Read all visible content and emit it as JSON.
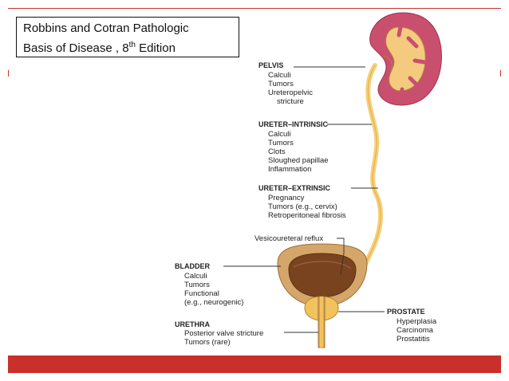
{
  "citation": {
    "line1": "Robbins and Cotran Pathologic",
    "line2_prefix": "Basis of Disease , 8",
    "line2_sup": "th",
    "line2_suffix": " Edition"
  },
  "labels": {
    "pelvis": {
      "title": "PELVIS",
      "items": [
        "Calculi",
        "Tumors",
        "Ureteropelvic",
        "stricture"
      ]
    },
    "ureter_intrinsic": {
      "title": "URETER–INTRINSIC",
      "items": [
        "Calculi",
        "Tumors",
        "Clots",
        "Sloughed papillae",
        "Inflammation"
      ]
    },
    "ureter_extrinsic": {
      "title": "URETER–EXTRINSIC",
      "items": [
        "Pregnancy",
        "Tumors (e.g., cervix)",
        "Retroperitoneal fibrosis"
      ]
    },
    "reflux": "Vesicoureteral reflux",
    "bladder": {
      "title": "BLADDER",
      "items": [
        "Calculi",
        "Tumors",
        "Functional",
        "(e.g., neurogenic)"
      ]
    },
    "urethra": {
      "title": "URETHRA",
      "items": [
        "Posterior valve stricture",
        "Tumors (rare)"
      ]
    },
    "prostate": {
      "title": "PROSTATE",
      "items": [
        "Hyperplasia",
        "Carcinoma",
        "Prostatitis"
      ]
    }
  },
  "colors": {
    "accent_red": "#c9302c",
    "kidney": "#c94f6e",
    "ureter": "#f6d07a",
    "bladder": "#d4a66a",
    "bladder_inner": "#7a4320"
  }
}
